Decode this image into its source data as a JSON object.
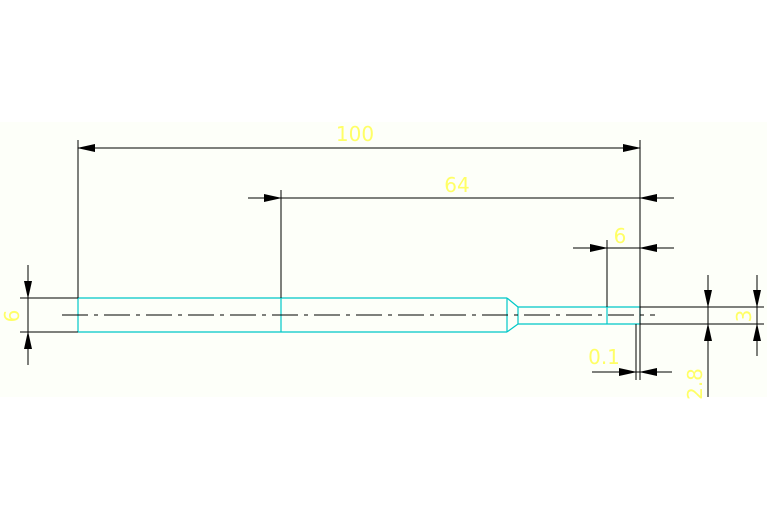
{
  "colors": {
    "background": "#ffffff",
    "drawing_area": "#fdfff9",
    "outline": "#00c8c8",
    "dimension_line": "#000000",
    "dimension_text": "#ffff66",
    "centerline": "#000000"
  },
  "dimensions": {
    "overall_length": "100",
    "length_64": "64",
    "length_6": "6",
    "diameter_left": "6",
    "diameter_right": "3",
    "offset": "0.1",
    "partial_label": "2.8"
  }
}
